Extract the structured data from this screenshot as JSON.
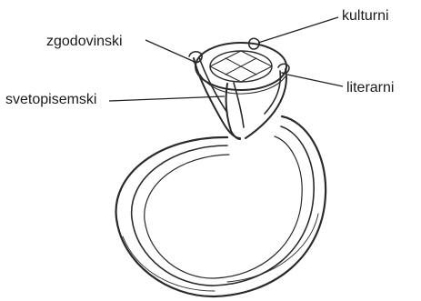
{
  "labels": {
    "kulturni": "kulturni",
    "zgodovinski": "zgodovinski",
    "svetopisemski": "svetopisemski",
    "literarni": "literarni"
  },
  "colors": {
    "ink": "#2a2a2a",
    "background": "#ffffff"
  }
}
